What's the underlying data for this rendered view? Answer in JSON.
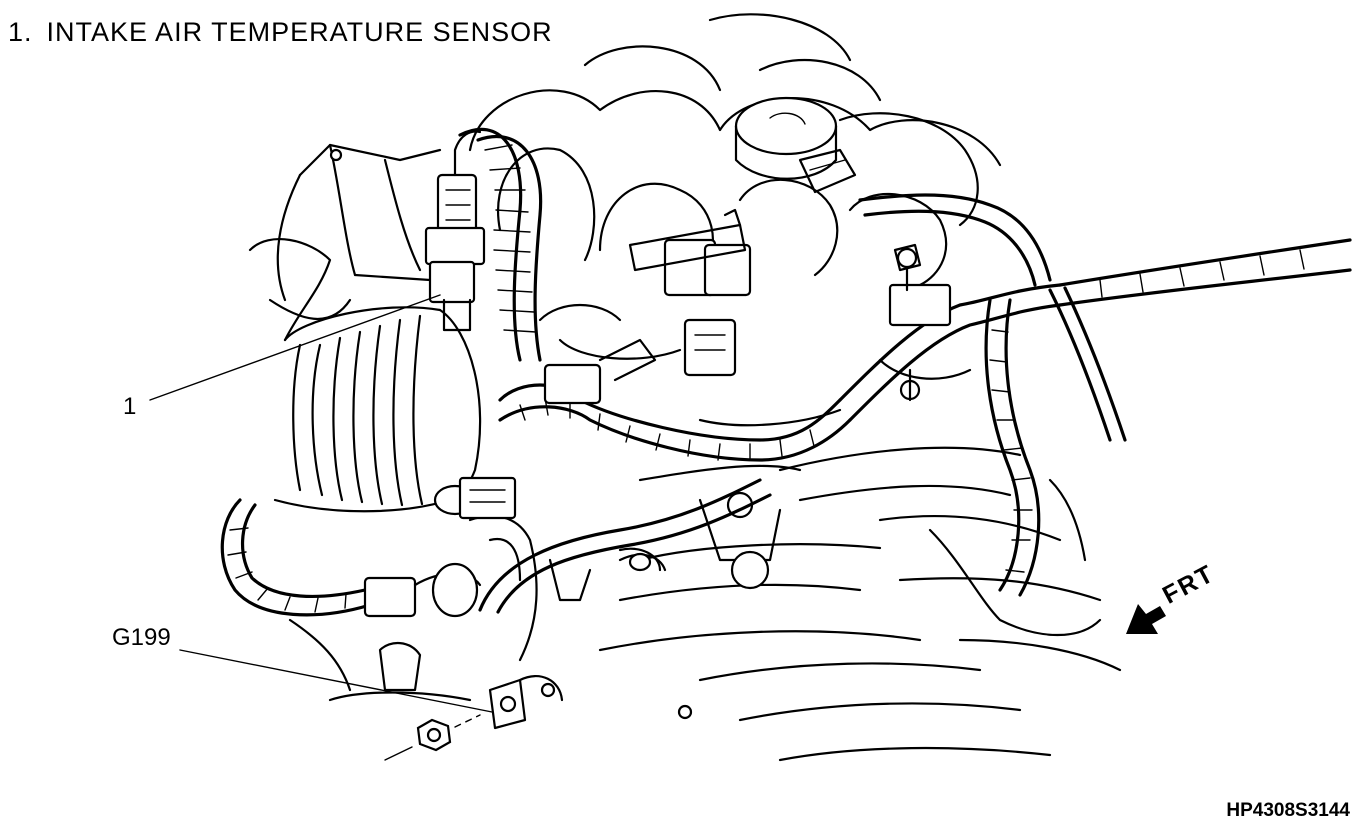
{
  "legend": [
    {
      "number": "1.",
      "text": "INTAKE AIR TEMPERATURE SENSOR"
    }
  ],
  "callouts": {
    "sensor": "1",
    "ground": "G199"
  },
  "direction_label": "FRT",
  "figure_code": "HP4308S3144"
}
